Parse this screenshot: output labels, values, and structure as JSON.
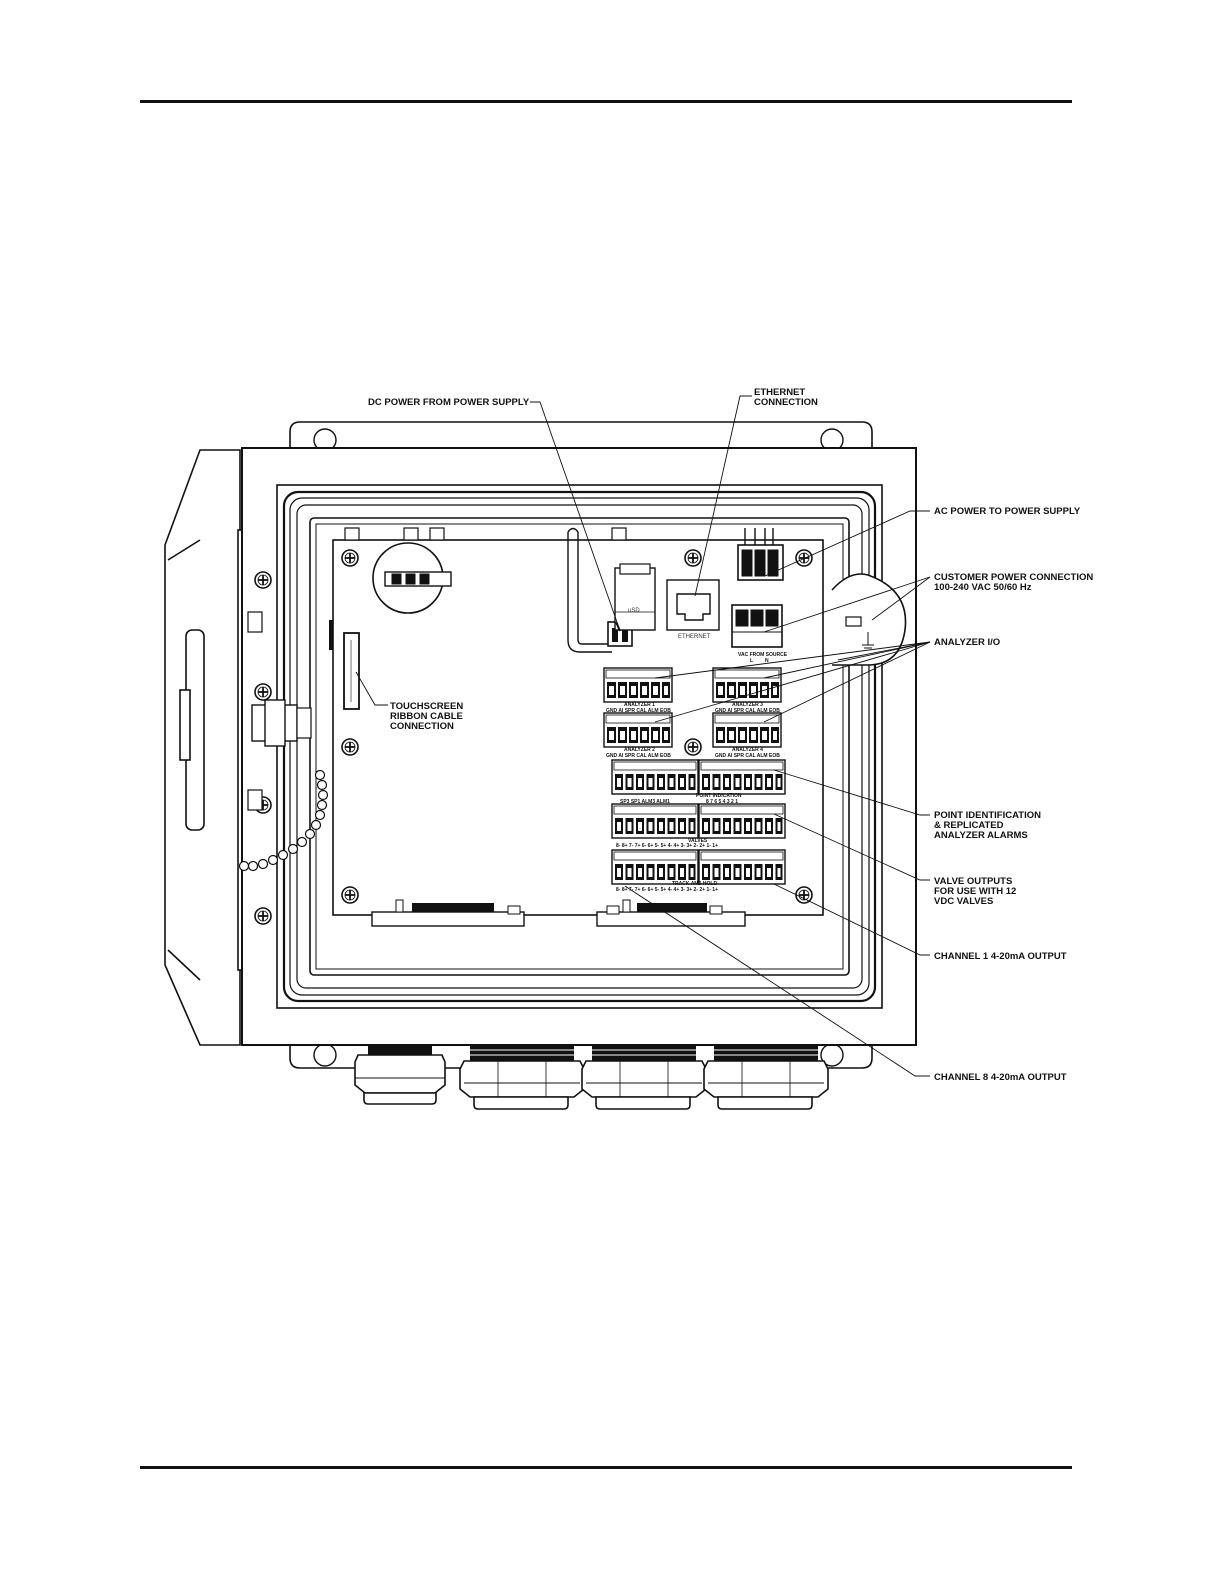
{
  "callouts": {
    "dc_power": "DC POWER FROM POWER SUPPLY",
    "ethernet_line1": "ETHERNET",
    "ethernet_line2": "CONNECTION",
    "ac_power": "AC POWER TO POWER SUPPLY",
    "customer_power_line1": "CUSTOMER POWER CONNECTION",
    "customer_power_line2": "100-240 VAC 50/60 Hz",
    "analyzer_io": "ANALYZER I/O",
    "touchscreen_line1": "TOUCHSCREEN",
    "touchscreen_line2": "RIBBON CABLE",
    "touchscreen_line3": "CONNECTION",
    "point_id_line1": "POINT IDENTIFICATION",
    "point_id_line2": "& REPLICATED",
    "point_id_line3": "ANALYZER ALARMS",
    "valve_outputs_line1": "VALVE OUTPUTS",
    "valve_outputs_line2": "FOR USE WITH 12",
    "valve_outputs_line3": "VDC VALVES",
    "channel1": "CHANNEL 1 4-20mA OUTPUT",
    "channel8": "CHANNEL 8 4-20mA OUTPUT"
  },
  "board": {
    "usd": "uSD",
    "ethernet": "ETHERNET",
    "vac_from_source": "VAC FROM SOURCE",
    "vac_l": "L",
    "vac_n": "N",
    "analyzer1": "ANALYZER 1",
    "analyzer2": "ANALYZER 2",
    "analyzer3": "ANALYZER 3",
    "analyzer4": "ANALYZER 4",
    "analyzer_pins": "GND AI SPR CAL ALM EOB",
    "point_indication": "POINT INDICATION",
    "alarm_row": "SP3  SP1  ALM3  ALM1",
    "point_numbers": "8  7  6  5  4  3  2  1",
    "valves": "VALVES",
    "valve_pins": "8-  8+  7-  7+  6-  6+  5-  5+  4-  4+  3-  3+  2-  2+  1-  1+",
    "track_and_hold": "TRACK AND HOLD",
    "track_pins": "8-  8+  7-  7+  6-  6+  5-  5+  4-  4+  3-  3+  2-  2+  1-  1+"
  }
}
